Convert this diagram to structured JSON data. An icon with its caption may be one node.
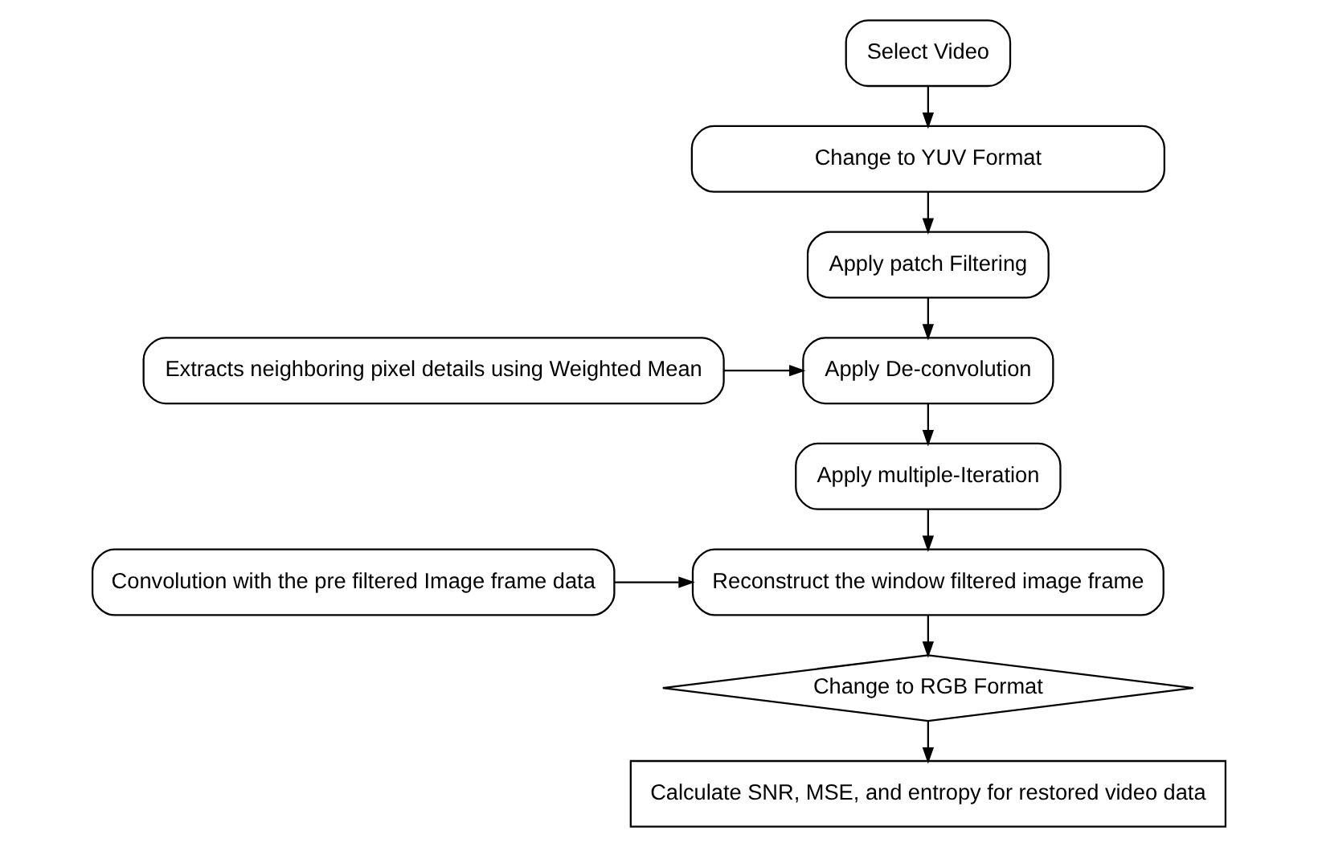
{
  "diagram": {
    "nodes": [
      {
        "text": [
          "Select Video"
        ]
      },
      {
        "text": [
          "Change to YUV Format"
        ]
      },
      {
        "text": [
          "Apply patch Filtering"
        ]
      },
      {
        "text": [
          "Apply De-convolution"
        ]
      },
      {
        "text": [
          "Extracts neighboring pixel details using Weighted Mean"
        ]
      },
      {
        "text": [
          "Apply multiple-Iteration"
        ]
      },
      {
        "text": [
          "Reconstruct the window filtered image frame"
        ]
      },
      {
        "text": [
          "Convolution with the pre filtered Image frame data"
        ]
      },
      {
        "text": [
          "Change to RGB Format"
        ]
      },
      {
        "text": [
          "Calculate SNR, MSE, and entropy for restored video data"
        ]
      }
    ],
    "edges": [
      {
        "from": 0,
        "to": 1,
        "arrow": "to"
      },
      {
        "from": 1,
        "to": 2,
        "arrow": "to"
      },
      {
        "from": 2,
        "to": 3,
        "arrow": "to"
      },
      {
        "from": 4,
        "to": 3,
        "arrow": "to"
      },
      {
        "from": 3,
        "to": 5,
        "arrow": "to"
      },
      {
        "from": 5,
        "to": 6,
        "arrow": "to"
      },
      {
        "from": 7,
        "to": 6,
        "arrow": "to"
      },
      {
        "from": 6,
        "to": 8,
        "arrow": "to"
      },
      {
        "from": 8,
        "to": 9,
        "arrow": "to"
      }
    ]
  }
}
